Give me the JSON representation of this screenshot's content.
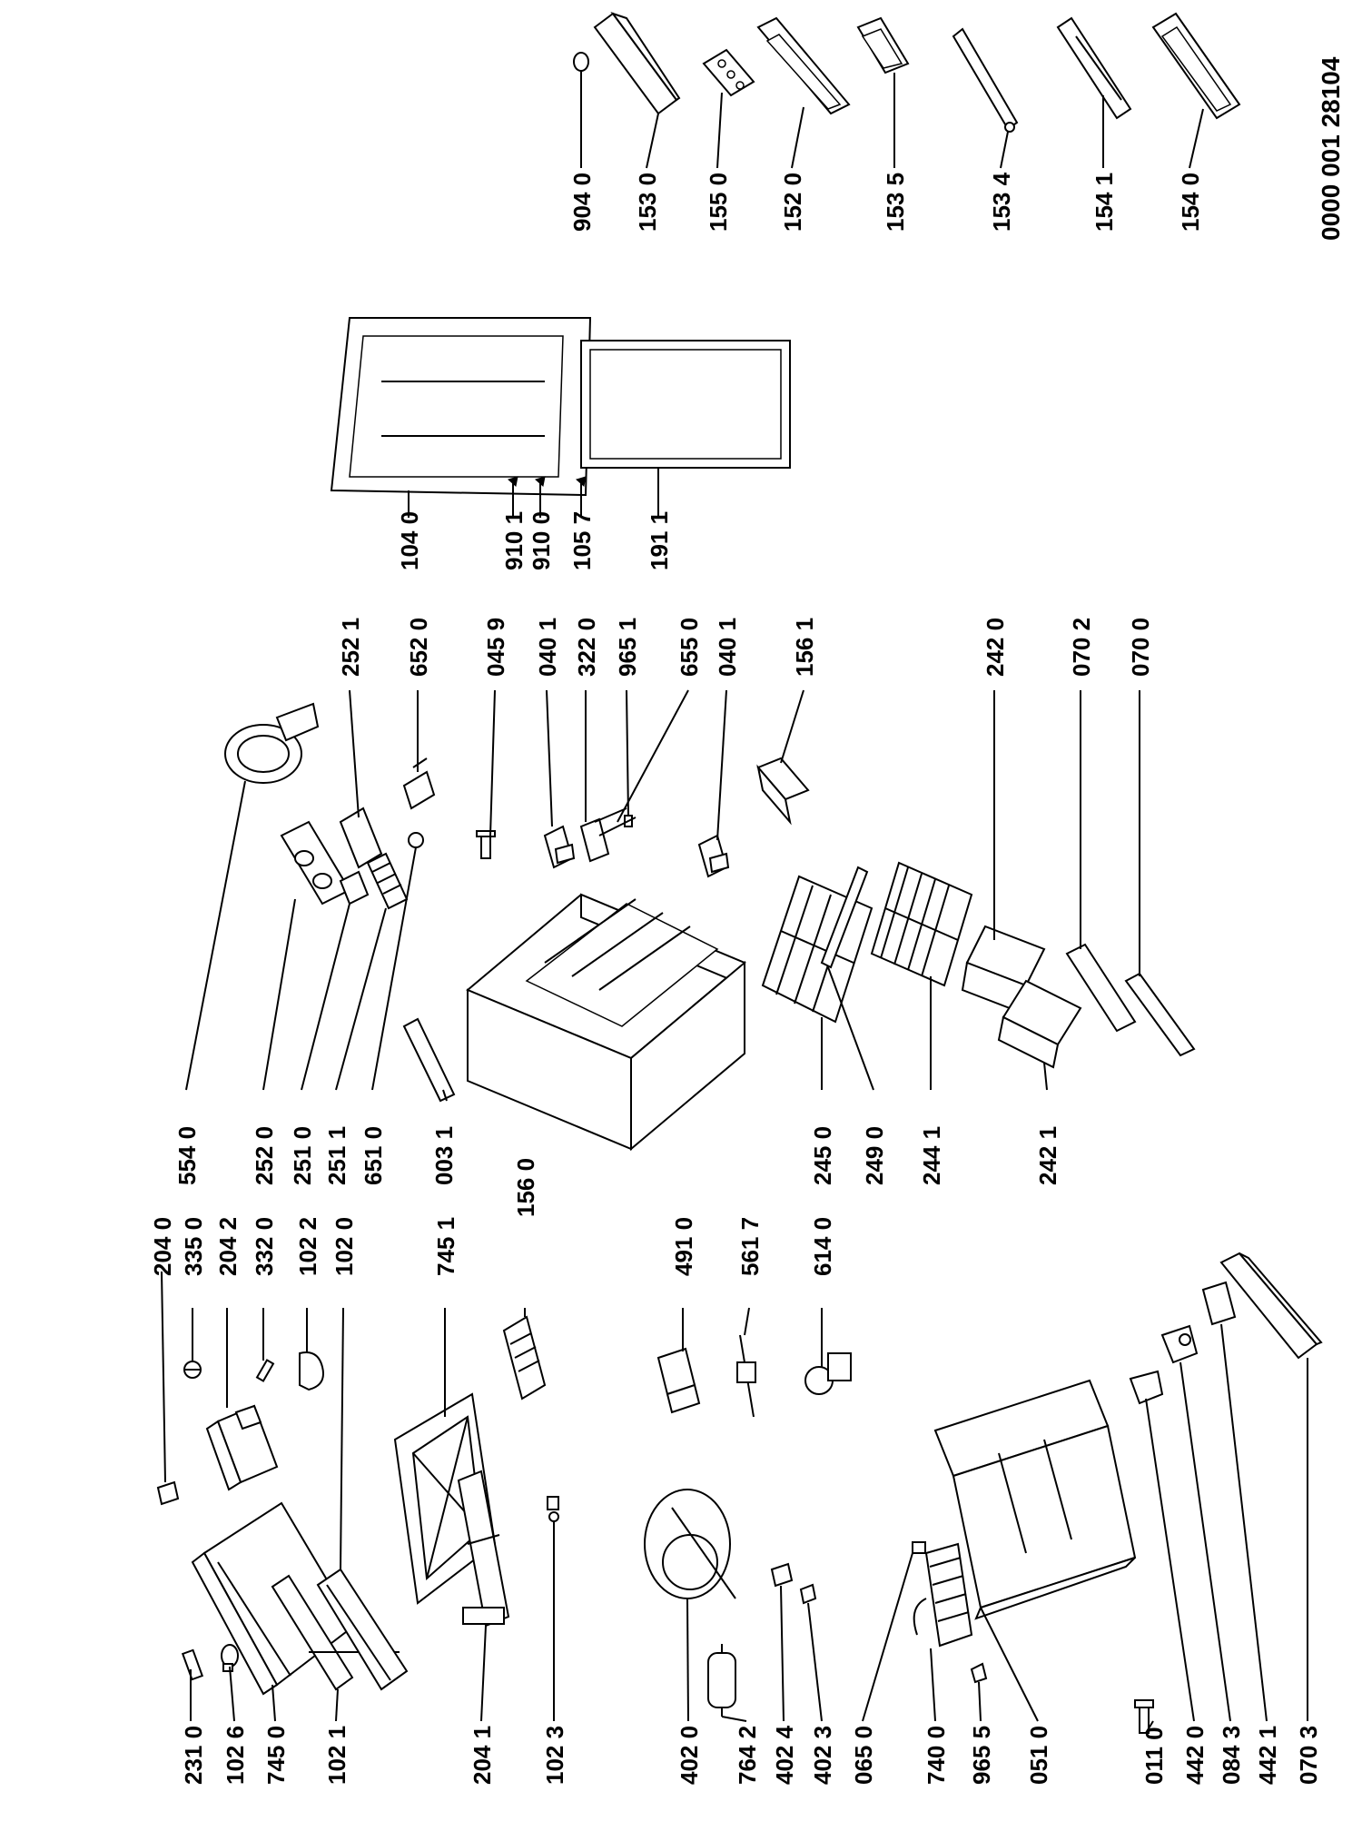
{
  "diagram": {
    "reference_code": "0000 001 28104",
    "labels": [
      "231 0",
      "102 6",
      "745 0",
      "102 1",
      "204 1",
      "102 3",
      "402 0",
      "764 2",
      "402 4",
      "402 3",
      "065 0",
      "740 0",
      "965 5",
      "051 0",
      "011 0",
      "442 0",
      "084 3",
      "442 1",
      "070 3",
      "204 0",
      "335 0",
      "204 2",
      "332 0",
      "102 2",
      "102 0",
      "745 1",
      "156 0",
      "491 0",
      "561 7",
      "614 0",
      "554 0",
      "252 0",
      "251 0",
      "251 1",
      "651 0",
      "003 1",
      "245 0",
      "249 0",
      "244 1",
      "242 1",
      "252 1",
      "652 0",
      "045 9",
      "040 1",
      "322 0",
      "965 1",
      "655 0",
      "040 1",
      "156 1",
      "242 0",
      "070 2",
      "070 0",
      "104 0",
      "910 1",
      "910 0",
      "105 7",
      "191 1",
      "904 0",
      "153 0",
      "155 0",
      "152 0",
      "153 5",
      "153 4",
      "154 1",
      "154 0"
    ]
  }
}
